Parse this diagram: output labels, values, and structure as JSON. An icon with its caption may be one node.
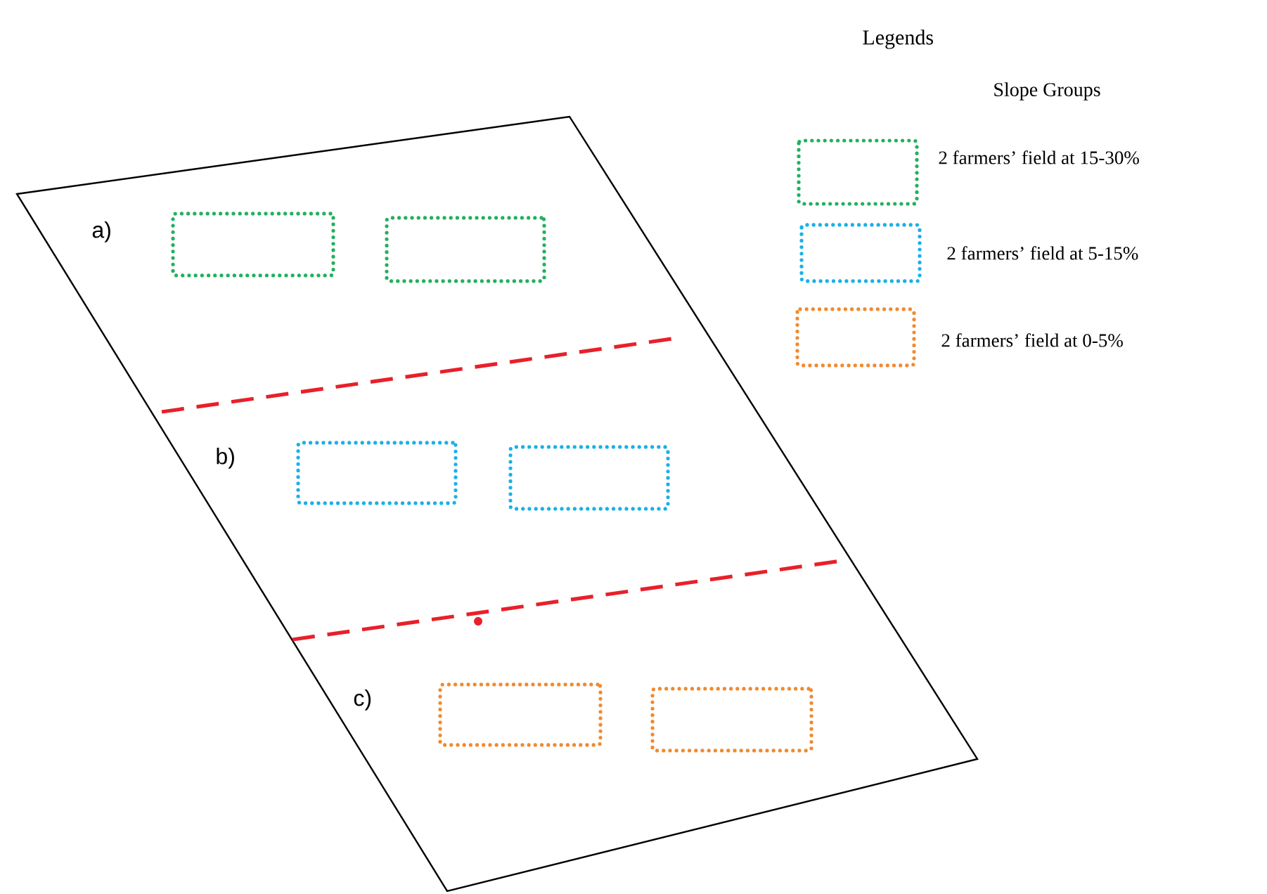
{
  "diagram": {
    "nodes": [
      {
        "text": [],
        "shape": "box"
      },
      {
        "text": [],
        "shape": "box"
      },
      {
        "text": [],
        "shape": "box"
      },
      {
        "text": [],
        "shape": "box"
      },
      {
        "text": [],
        "shape": "box"
      },
      {
        "text": [],
        "shape": "box"
      }
    ],
    "edges": [],
    "labels": [
      "Legends",
      "Slope Groups",
      "a)",
      "b)",
      "c)"
    ],
    "legend": [
      {
        "text": "2 farmers’ field at 15-30%",
        "color": "#22b060"
      },
      {
        "text": "2 farmers’ field at 5-15%",
        "color": "#1ab0e8"
      },
      {
        "text": "2 farmers’ field at 0-5%",
        "color": "#f08a30"
      }
    ]
  }
}
